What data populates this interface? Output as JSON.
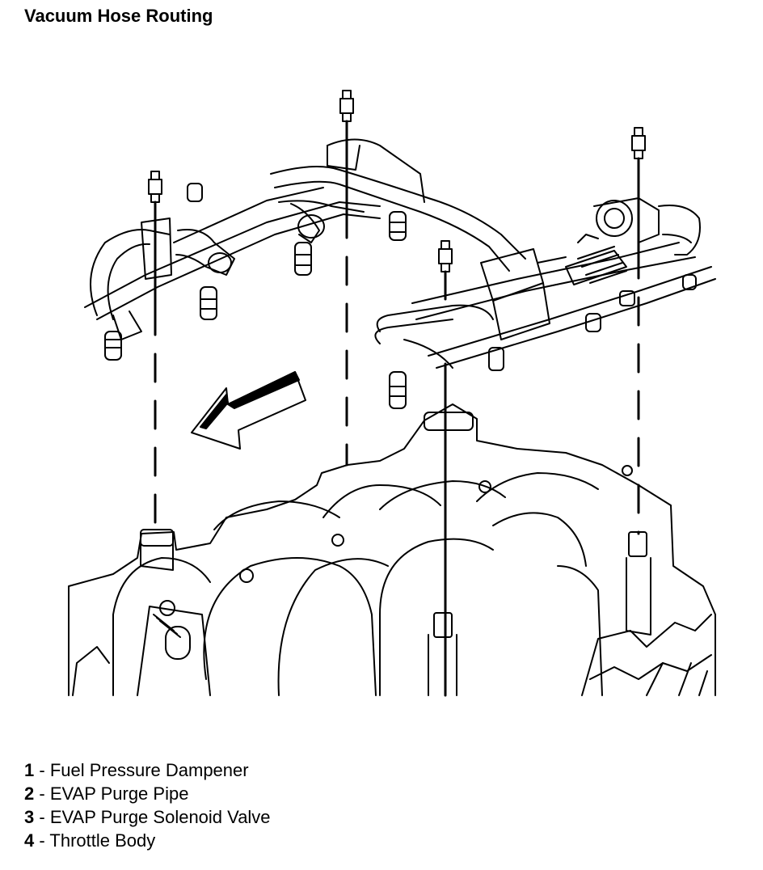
{
  "title": "Vacuum Hose Routing",
  "legend": [
    {
      "number": "1",
      "separator": " - ",
      "label": "Fuel Pressure Dampener"
    },
    {
      "number": "2",
      "separator": " - ",
      "label": "EVAP Purge Pipe"
    },
    {
      "number": "3",
      "separator": " - ",
      "label": "EVAP Purge Solenoid Valve"
    },
    {
      "number": "4",
      "separator": " - ",
      "label": "Throttle Body"
    }
  ],
  "colors": {
    "line": "#000000",
    "background": "#ffffff"
  }
}
